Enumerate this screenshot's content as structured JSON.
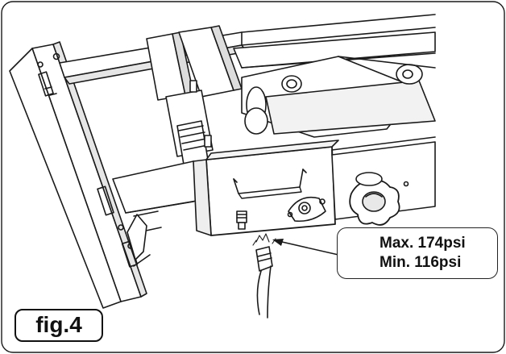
{
  "callout": {
    "max_pressure": "Max. 174psi",
    "min_pressure": "Min. 116psi"
  },
  "figure": {
    "label": "fig.4"
  },
  "colors": {
    "line": "#1a1a1a",
    "background": "#ffffff",
    "shade": "#d9d9d9"
  }
}
